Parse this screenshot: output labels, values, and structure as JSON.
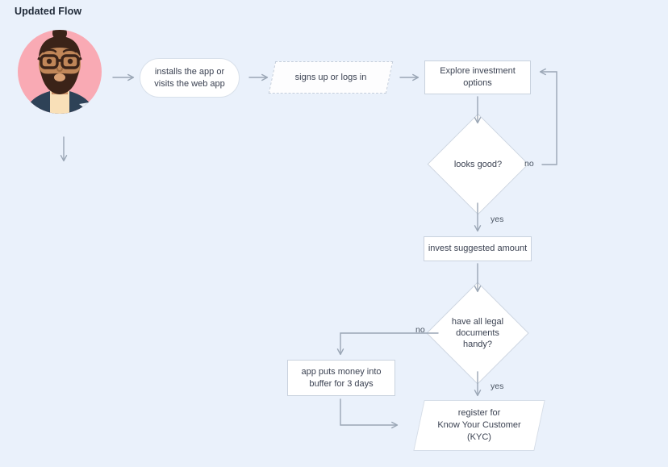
{
  "page": {
    "title": "Updated Flow",
    "background_color": "#eaf1fb",
    "node_fill": "#ffffff",
    "node_border": "#c9d2de",
    "text_color": "#3b4252",
    "connector_color": "#9aa6b5"
  },
  "actor": {
    "name": "user-avatar",
    "shape": "circle",
    "circle_color": "#f9aab4",
    "skin_color": "#b97a52",
    "hair_color": "#3b2318",
    "jacket_color": "#2e4257",
    "shirt_color": "#f9e0b8",
    "glasses_color": "#3b2318"
  },
  "nodes": [
    {
      "id": "installs-app",
      "shape": "pill",
      "label": "installs the app or\nvisits the web app"
    },
    {
      "id": "signs-up",
      "shape": "parallelogram-dashed",
      "label": "signs up or logs in"
    },
    {
      "id": "explore-investment",
      "shape": "rectangle",
      "label": "Explore investment\noptions"
    },
    {
      "id": "looks-good",
      "shape": "diamond",
      "label": "looks good?"
    },
    {
      "id": "invest-amount",
      "shape": "rectangle",
      "label": "invest suggested amount"
    },
    {
      "id": "legal-documents",
      "shape": "diamond",
      "label": "have all legal\ndocuments handy?"
    },
    {
      "id": "buffer",
      "shape": "rectangle",
      "label": "app puts money into\nbuffer for 3 days"
    },
    {
      "id": "register-kyc",
      "shape": "parallelogram",
      "label": "register for\nKnow Your Customer\n(KYC)"
    }
  ],
  "edge_labels": {
    "looks_good_no": "no",
    "looks_good_yes": "yes",
    "legal_no": "no",
    "legal_yes": "yes"
  }
}
